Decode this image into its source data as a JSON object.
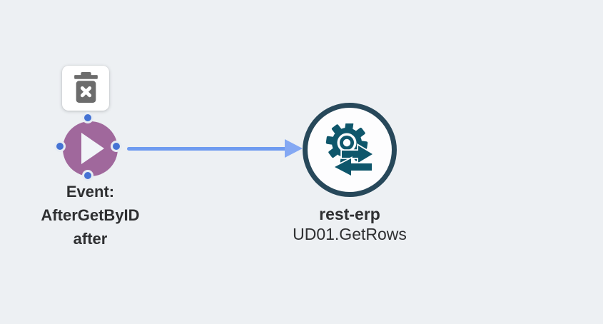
{
  "canvas": {
    "background_color": "#edf0f3"
  },
  "toolbar": {
    "delete_button": {
      "icon": "trash-x-icon",
      "icon_color": "#6c6c6c"
    }
  },
  "nodes": {
    "event": {
      "label_line1": "Event:",
      "label_line2": "AfterGetByID",
      "label_line3": "after",
      "shape": "circle",
      "color": "#a0689c",
      "icon": "play-icon",
      "selected": true,
      "handles": [
        "top",
        "right",
        "bottom",
        "left"
      ]
    },
    "rest_erp": {
      "title": "rest-erp",
      "subtitle": "UD01.GetRows",
      "shape": "circle",
      "ring_color": "#27485a",
      "icon": "gear-sync-icon",
      "icon_color": "#0e566b"
    }
  },
  "connector": {
    "from": "event",
    "to": "rest_erp",
    "color": "#6f9bf0",
    "arrowhead_color": "#84a8f3",
    "direction": "right"
  },
  "text_color": "#2e2f31"
}
